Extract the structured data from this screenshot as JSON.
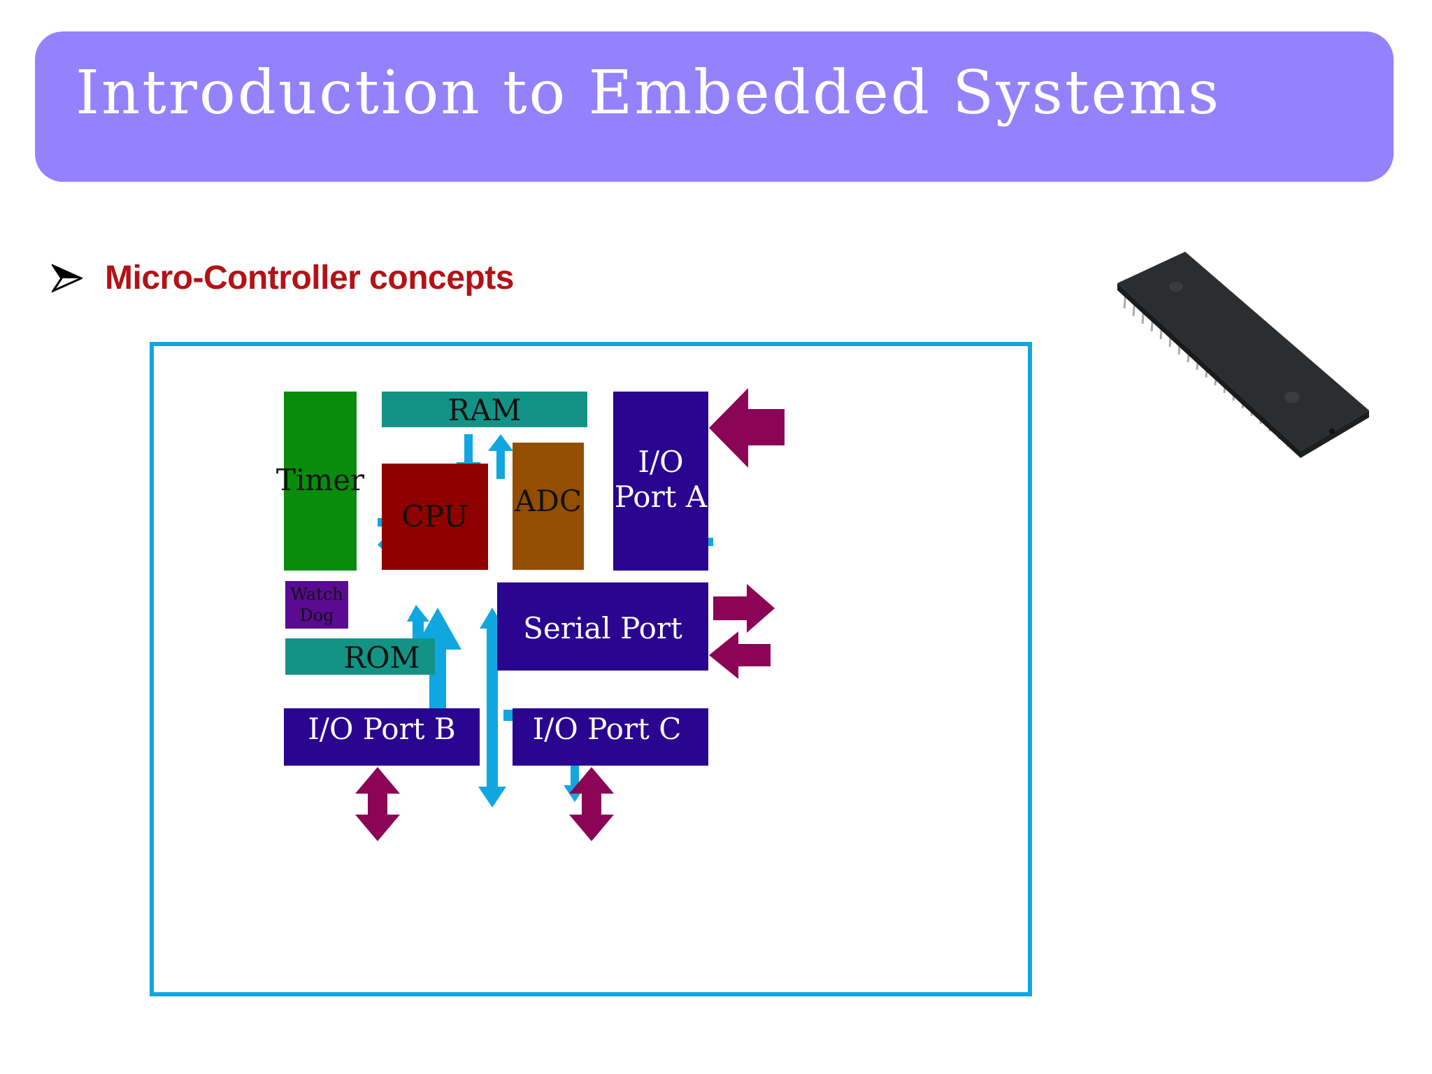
{
  "slide": {
    "title": "Introduction to Embedded Systems",
    "bullet": {
      "icon": "arrowhead-bullet-icon",
      "text": "Micro-Controller concepts"
    }
  },
  "diagram": {
    "blocks": {
      "timer": "Timer",
      "ram": "RAM",
      "cpu": "CPU",
      "adc": "ADC",
      "io_port_a_line1": "I/O",
      "io_port_a_line2": "Port A",
      "watchdog_line1": "Watch",
      "watchdog_line2": "Dog",
      "rom": "ROM",
      "serial_port": "Serial Port",
      "io_port_b": "I/O Port B",
      "io_port_c": "I/O Port C"
    },
    "colors": {
      "timer": "#078c0c",
      "memory": "#139385",
      "cpu": "#8f0000",
      "adc": "#944e00",
      "port": "#2a0590",
      "watchdog": "#5b0b92",
      "bus_arrow": "#10a7e0",
      "external_arrow": "#8c0455",
      "frame": "#10a7e0"
    }
  },
  "chip_image": {
    "icon": "dip-ic-chip-icon"
  }
}
